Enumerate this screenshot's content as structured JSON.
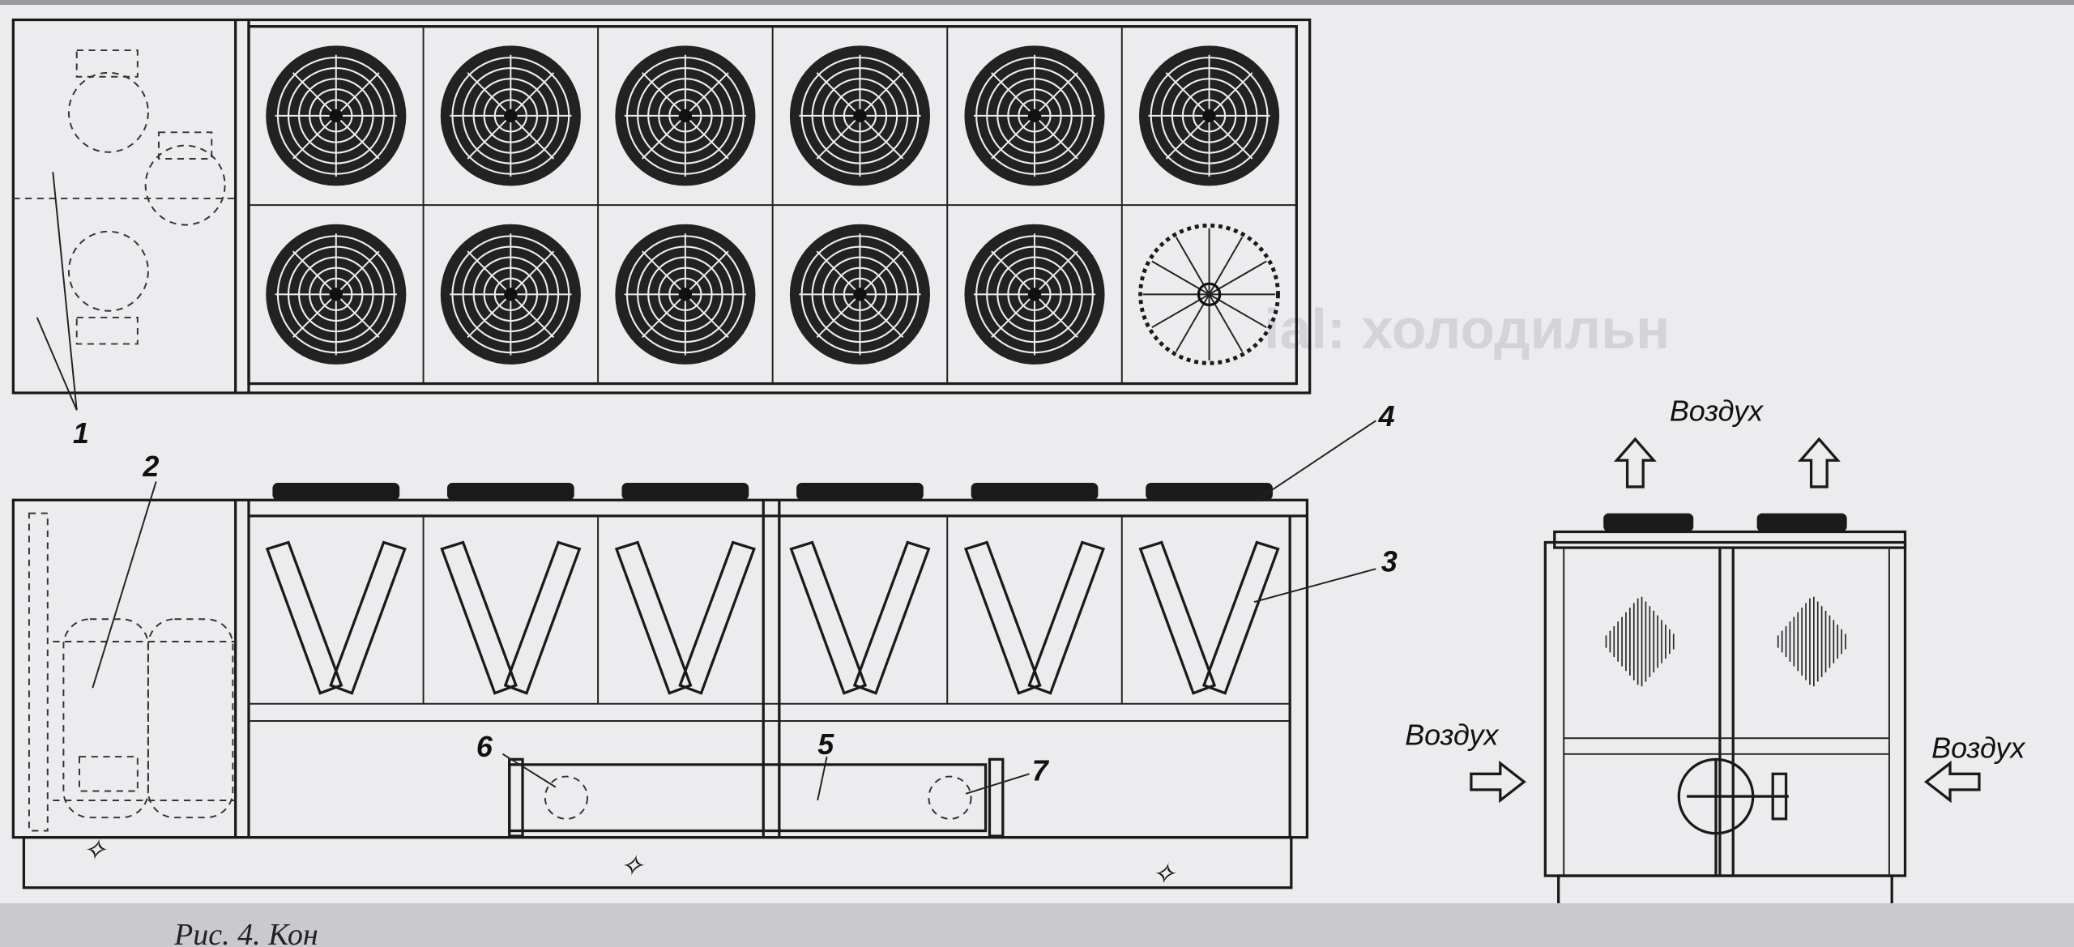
{
  "labels": {
    "n1": "1",
    "n2": "2",
    "n3": "3",
    "n4": "4",
    "n5": "5",
    "n6": "6",
    "n7": "7",
    "air_top": "Воздух",
    "air_left": "Воздух",
    "air_right": "Воздух"
  },
  "background_text": "ial: холодильн",
  "caption": "Рис. 4. Кон",
  "fan_grid": {
    "rows": 2,
    "columns": 6
  }
}
